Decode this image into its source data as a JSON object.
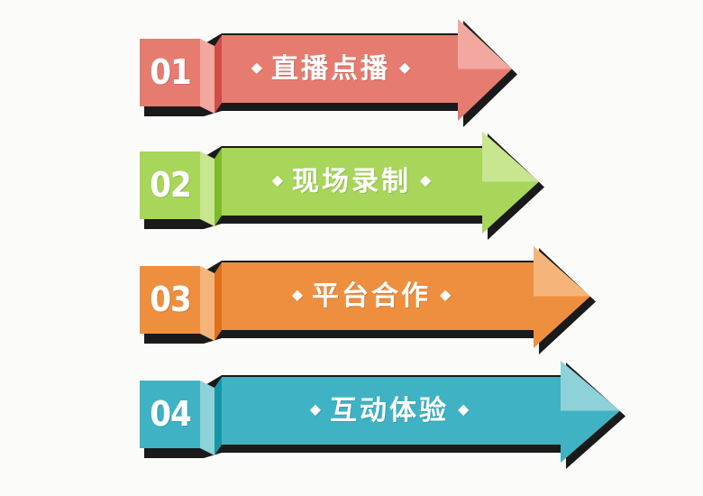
{
  "steps": [
    {
      "number": "01",
      "label": "直播点播",
      "colors": {
        "main": "#e67c70",
        "dark": "#cf4e48",
        "light": "#f2a89f"
      }
    },
    {
      "number": "02",
      "label": "现场录制",
      "colors": {
        "main": "#a7d65a",
        "dark": "#7fbb28",
        "light": "#c8e58f"
      }
    },
    {
      "number": "03",
      "label": "平台合作",
      "colors": {
        "main": "#ee8f3f",
        "dark": "#dd6f1d",
        "light": "#f5b57a"
      }
    },
    {
      "number": "04",
      "label": "互动体验",
      "colors": {
        "main": "#3fb3c4",
        "dark": "#1596a8",
        "light": "#8ed1d8"
      }
    }
  ],
  "decor": {
    "bullet_glyph": "◆",
    "shadow_color": "#1a1a1a"
  }
}
